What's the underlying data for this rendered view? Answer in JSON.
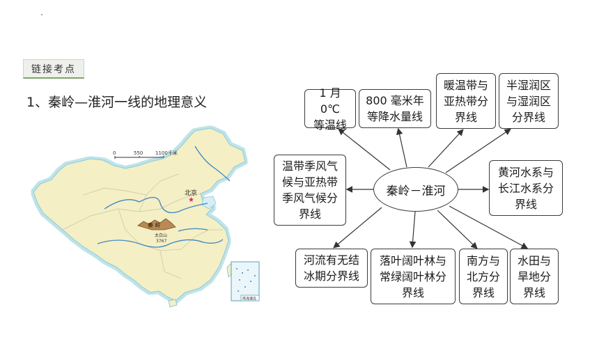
{
  "section_tag": "链接考点",
  "title": "1、秦岭—淮河一线的地理意义",
  "map": {
    "scale_labels": [
      "0",
      "550",
      "1100千米"
    ],
    "city_label": "北京",
    "range_label": "秦 岭",
    "peak_label": "太白山",
    "peak_height": "3767",
    "inset_label": "南海诸岛"
  },
  "diagram": {
    "center": "秦岭－淮河",
    "nodes": [
      {
        "id": "n1",
        "text": "1 月 0℃\n等温线"
      },
      {
        "id": "n2",
        "text": "800 毫米年\n等降水量线"
      },
      {
        "id": "n3",
        "text": "暖温带与\n亚热带分\n界线"
      },
      {
        "id": "n4",
        "text": "半湿润区\n与湿润区\n分界线"
      },
      {
        "id": "n5",
        "text": "温带季风气\n候与亚热带\n季风气候分\n界线"
      },
      {
        "id": "n6",
        "text": "黄河水系与\n长江水系分\n界线"
      },
      {
        "id": "n7",
        "text": "河流有无结\n冰期分界线"
      },
      {
        "id": "n8",
        "text": "落叶阔叶林与\n常绿阔叶林分\n界线"
      },
      {
        "id": "n9",
        "text": "南方与\n北方分\n界线"
      },
      {
        "id": "n10",
        "text": "水田与\n旱地分\n界线"
      }
    ]
  },
  "colors": {
    "land": "#f4efc4",
    "sea": "#d6eef4",
    "border": "#8ccbd6",
    "river": "#3f86c6",
    "mountain": "#9a6a3a",
    "accent": "#7ea36a",
    "star": "#e0246a"
  }
}
